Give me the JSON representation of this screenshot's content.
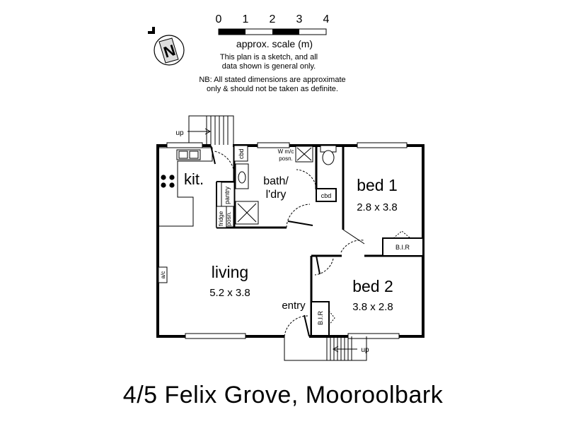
{
  "scale": {
    "ticks": [
      "0",
      "1",
      "2",
      "3",
      "4"
    ],
    "label": "approx. scale (m)"
  },
  "compass": {
    "letter": "N"
  },
  "disclaimer": {
    "line1": "This plan is a sketch, and all",
    "line2": "data shown is general only.",
    "line3": "NB: All stated dimensions are approximate",
    "line4": "only & should not be taken as definite."
  },
  "rooms": {
    "kitchen": {
      "name": "kit."
    },
    "bath": {
      "name_line1": "bath/",
      "name_line2": "l'dry"
    },
    "bed1": {
      "name": "bed 1",
      "dims": "2.8 x 3.8"
    },
    "bed2": {
      "name": "bed 2",
      "dims": "3.8 x 2.8"
    },
    "living": {
      "name": "living",
      "dims": "5.2 x 3.8"
    },
    "entry": {
      "name": "entry"
    }
  },
  "fixtures": {
    "cbd_left": "cbd",
    "cbd_right": "cbd",
    "wm_line1": "W m/c",
    "wm_line2": "posn.",
    "pantry": "pantry",
    "fridge_line1": "fridge",
    "fridge_line2": "posn.",
    "bir_bed1": "B.I.R",
    "bir_bed2": "B.I.R",
    "ac": "a/c"
  },
  "stairs": {
    "top_label": "up",
    "bottom_label": "up"
  },
  "address": "4/5 Felix Grove, Mooroolbark"
}
